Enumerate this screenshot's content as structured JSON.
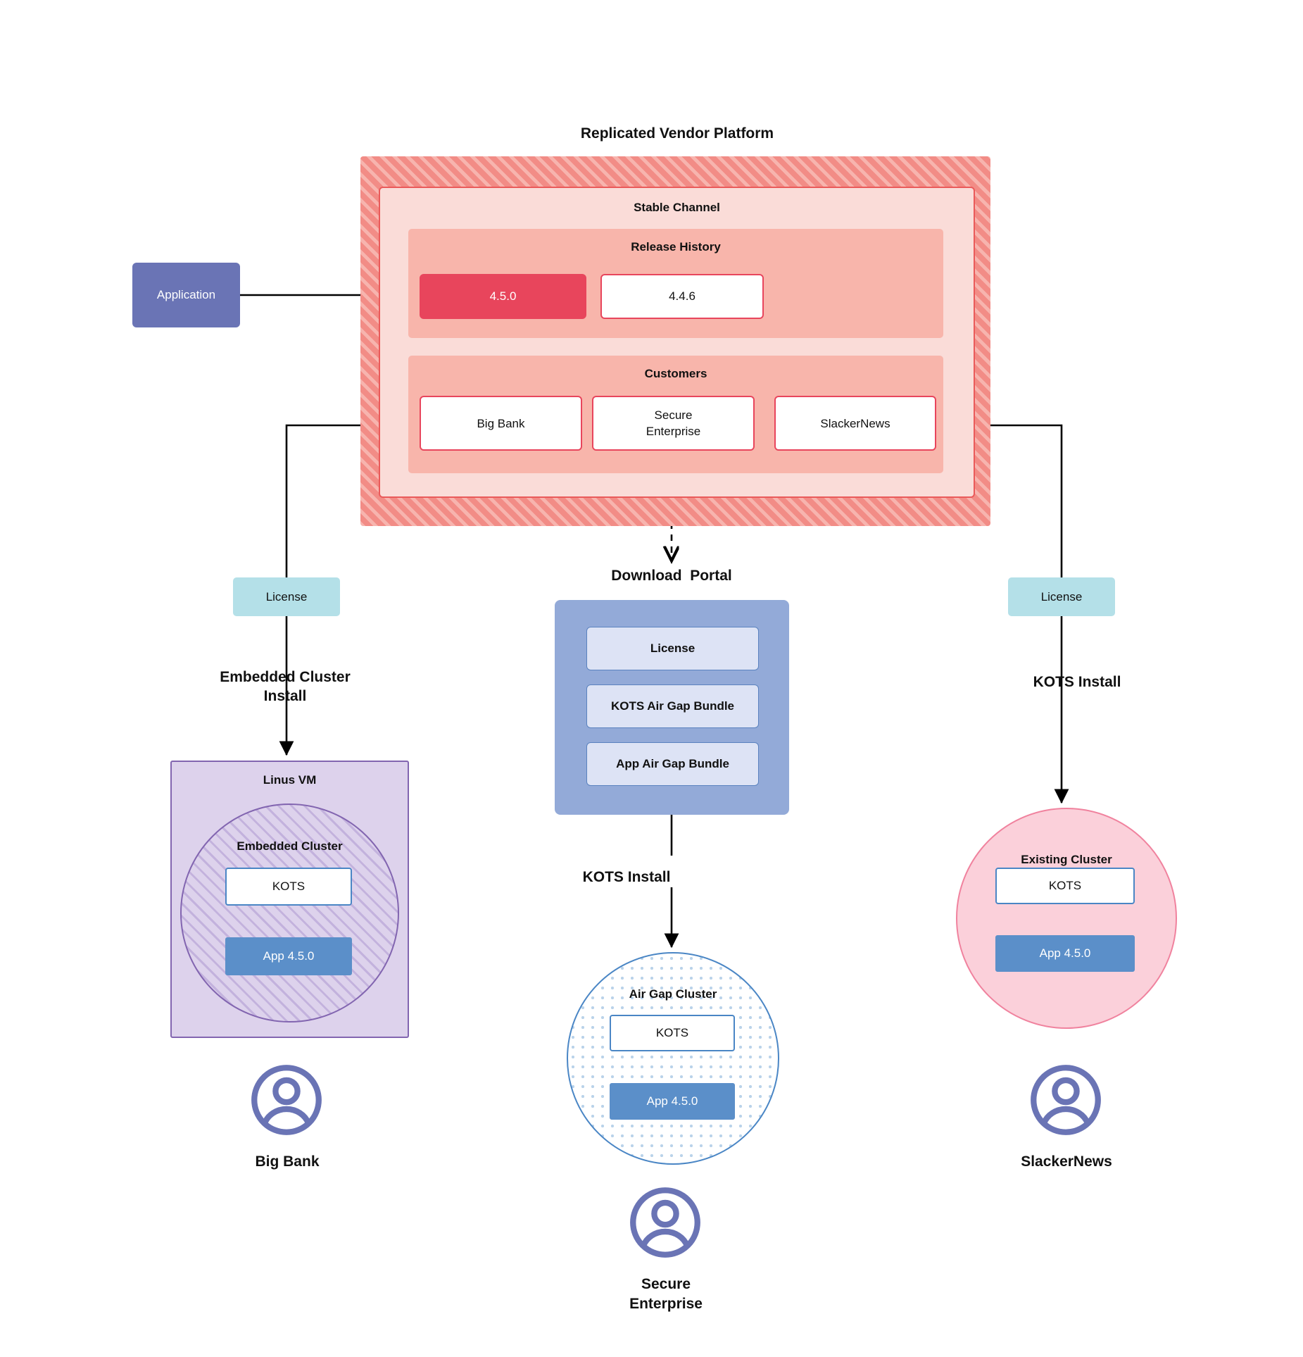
{
  "platform": {
    "title": "Replicated Vendor Platform",
    "channel_title": "Stable Channel",
    "release_history": {
      "title": "Release History",
      "releases": [
        {
          "version": "4.5.0",
          "state": "current"
        },
        {
          "version": "4.4.6",
          "state": "previous"
        }
      ]
    },
    "customers": {
      "title": "Customers",
      "items": [
        {
          "name": "Big Bank"
        },
        {
          "name": "Secure\nEnterprise"
        },
        {
          "name": "SlackerNews"
        }
      ]
    }
  },
  "application": {
    "label": "Application"
  },
  "licenses": {
    "left_label": "License",
    "right_label": "License"
  },
  "flow_labels": {
    "embedded_cluster_install": "Embedded Cluster\nInstall",
    "kots_install_middle": "KOTS Install",
    "kots_install_right": "KOTS Install"
  },
  "download_portal": {
    "title": "Download  Portal",
    "items": [
      {
        "label": "License"
      },
      {
        "label": "KOTS Air Gap Bundle"
      },
      {
        "label": "App Air Gap Bundle"
      }
    ]
  },
  "linus_vm": {
    "title": "Linus VM",
    "embedded_cluster": {
      "title": "Embedded Cluster",
      "kots": "KOTS",
      "app": "App 4.5.0"
    }
  },
  "air_gap_cluster": {
    "title": "Air Gap Cluster",
    "kots": "KOTS",
    "app": "App 4.5.0"
  },
  "existing_cluster": {
    "title": "Existing Cluster",
    "kots": "KOTS",
    "app": "App 4.5.0"
  },
  "end_users": [
    {
      "name": "Big Bank",
      "icon": "user-avatar-icon"
    },
    {
      "name": "Secure\nEnterprise",
      "icon": "user-avatar-icon"
    },
    {
      "name": "SlackerNews",
      "icon": "user-avatar-icon"
    }
  ],
  "colors": {
    "platform_hatch": "#f28c86",
    "platform_inner": "#fadcd8",
    "panel": "#f8b5ab",
    "release_current": "#e8455c",
    "application": "#6a74b5",
    "license_chip": "#b4e0e8",
    "portal": "#93aad8",
    "portal_item": "#dde3f5",
    "linus_vm": "#ddd2ec",
    "linus_vm_border": "#8265b0",
    "app_block": "#5b8fc9",
    "kots_border": "#4a86c5",
    "existing_cluster": "#fbd0da",
    "existing_cluster_border": "#f0829e",
    "avatar": "#6a74b5",
    "edge": "#000000"
  }
}
